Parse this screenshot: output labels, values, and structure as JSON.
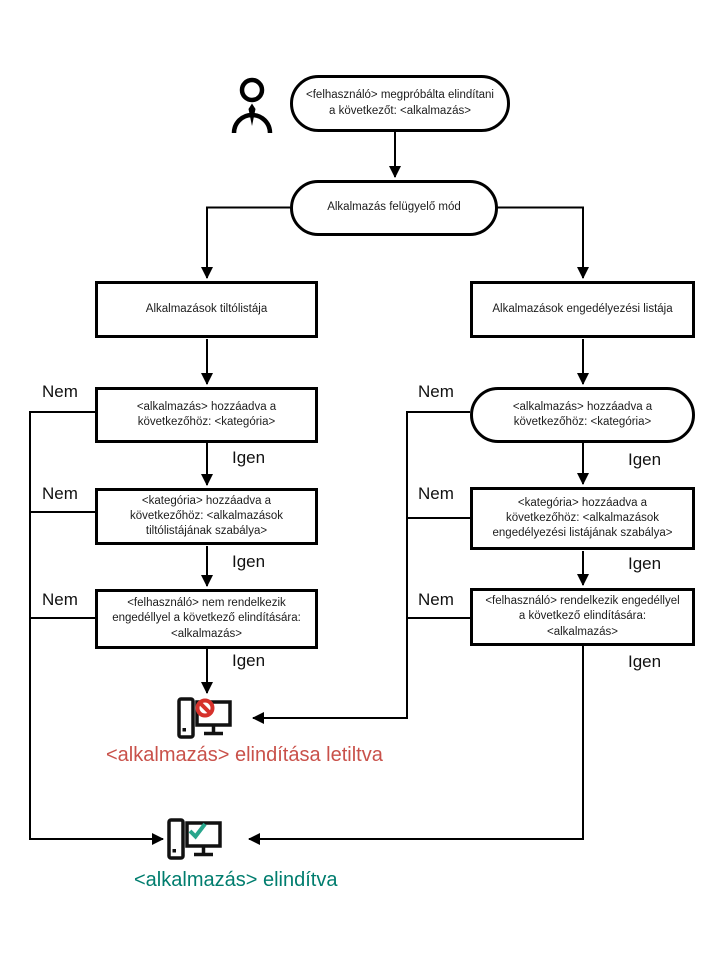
{
  "labels": {
    "yes": "Igen",
    "no": "Nem"
  },
  "nodes": {
    "start": "<felhasználó> megpróbálta elindítani a következőt: <alkalmazás>",
    "mode": "Alkalmazás felügyelő mód",
    "denylist": "Alkalmazások tiltólistája",
    "allowlist": "Alkalmazások engedélyezési listája",
    "deny_app_in_category": "<alkalmazás> hozzáadva a következőhöz: <kategória>",
    "deny_category_in_rule": "<kategória> hozzáadva a következőhöz: <alkalmazások tiltólistájának szabálya>",
    "deny_user_permission": "<felhasználó> nem rendelkezik engedéllyel a következő elindítására: <alkalmazás>",
    "allow_app_in_category": "<alkalmazás> hozzáadva a következőhöz: <kategória>",
    "allow_category_in_rule": "<kategória> hozzáadva a következőhöz: <alkalmazások engedélyezési listájának szabálya>",
    "allow_user_permission": "<felhasználó> rendelkezik engedéllyel a következő elindítására: <alkalmazás>"
  },
  "results": {
    "blocked": "<alkalmazás> elindítása letiltva",
    "launched": "<alkalmazás> elindítva"
  },
  "icons": {
    "user": "user-icon",
    "blocked_computer": "blocked-computer-icon",
    "launched_computer": "launched-computer-icon"
  },
  "colors": {
    "line": "#000000",
    "blocked_text": "#c9514a",
    "launched_text": "#007d6e",
    "prohibition_red": "#d6312b",
    "check_green": "#28a68c"
  }
}
